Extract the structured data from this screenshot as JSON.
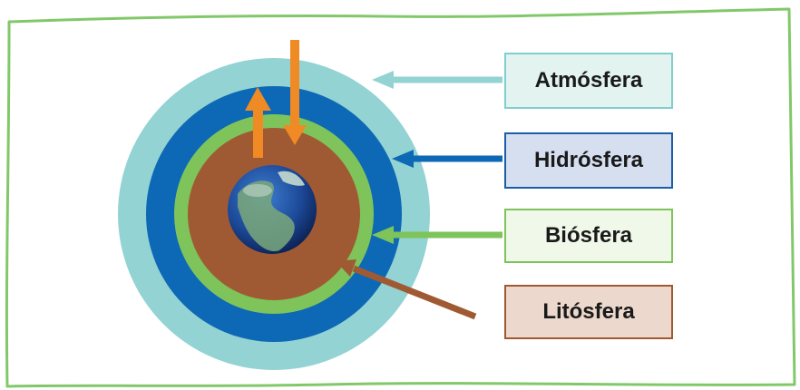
{
  "layers": [
    {
      "id": "atmosfera",
      "label": "Atmósfera",
      "ring_color": "#93d3d3",
      "box_fill": "#e3f3f0",
      "box_border": "#7fcfcf",
      "arrow_color": "#93d3d3"
    },
    {
      "id": "hidrosfera",
      "label": "Hidrósfera",
      "ring_color": "#0d68b5",
      "box_fill": "#d6dff0",
      "box_border": "#1a5ea8",
      "arrow_color": "#0d68b5"
    },
    {
      "id": "biosfera",
      "label": "Biósfera",
      "ring_color": "#7ec45a",
      "box_fill": "#f0f8ea",
      "box_border": "#7ec45a",
      "arrow_color": "#7ec45a"
    },
    {
      "id": "litosfera",
      "label": "Litósfera",
      "ring_color": "#a05a33",
      "box_fill": "#ecd8cd",
      "box_border": "#a05a33",
      "arrow_color": "#a05a33"
    }
  ],
  "frame_color": "#82c86a",
  "exchange_arrow_color": "#f08a24",
  "icons": {
    "earth": "earth-globe-icon",
    "exchange_up": "arrow-up-icon",
    "exchange_down": "arrow-down-icon"
  }
}
